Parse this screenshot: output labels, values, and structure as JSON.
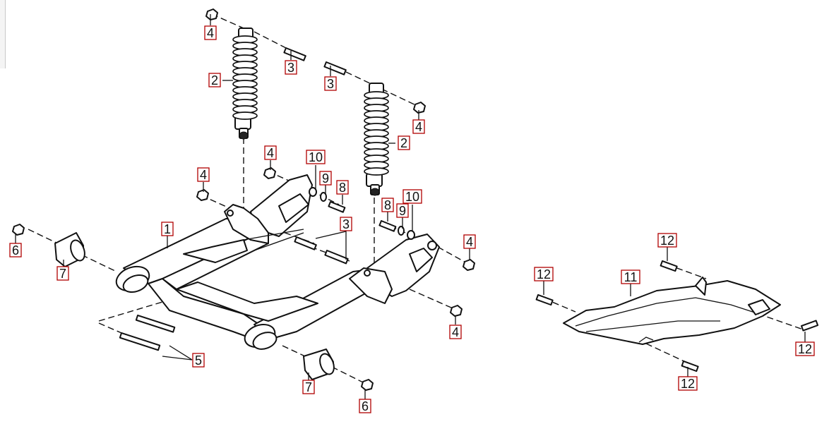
{
  "labels": {
    "1": "1",
    "2": "2",
    "3": "3",
    "4": "4",
    "5": "5",
    "6": "6",
    "7": "7",
    "8": "8",
    "9": "9",
    "10": "10",
    "11": "11",
    "12": "12"
  },
  "colors": {
    "callout_border": "#b00000",
    "line": "#111111",
    "background": "#ffffff"
  }
}
